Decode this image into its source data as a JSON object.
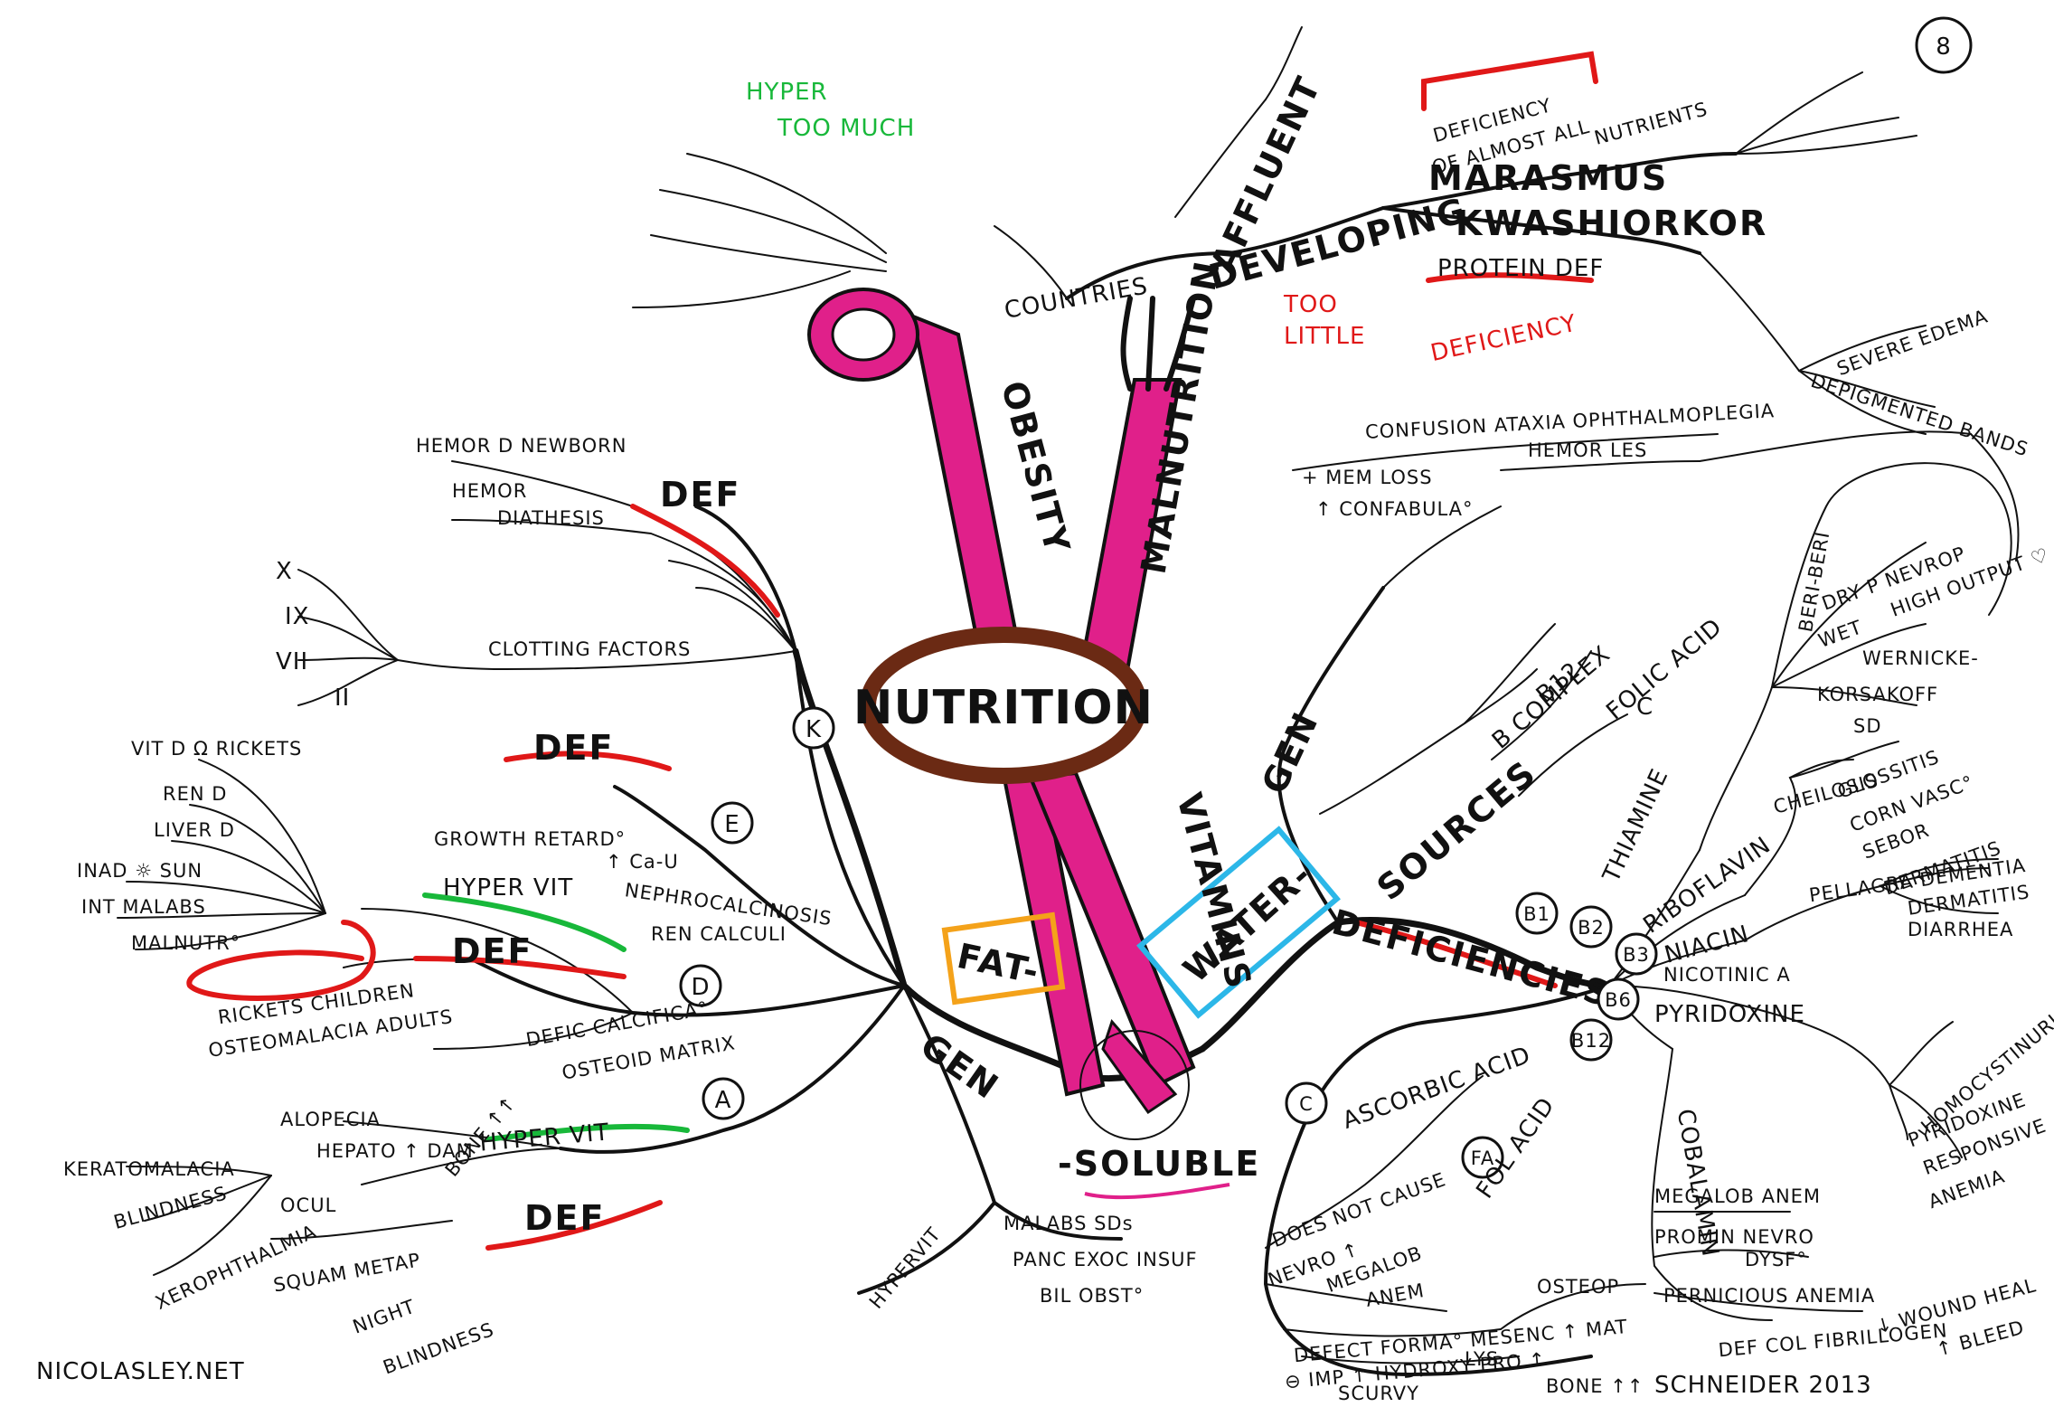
{
  "page_number": "8",
  "center": "NUTRITION",
  "top_left_note": {
    "line1": "HYPER",
    "line2": "TOO MUCH"
  },
  "obesity": "OBESITY",
  "malnutrition": {
    "label": "MALNUTRITION",
    "affluent": "AFFLUENT",
    "countries": "COUNTRIES",
    "developing": "DEVELOPING",
    "too_little_1": "TOO",
    "too_little_2": "LITTLE",
    "deficiency": "DEFICIENCY",
    "def_note_1": "DEFICIENCY",
    "def_note_2": "OF ALMOST ALL",
    "def_note_3": "NUTRIENTS",
    "marasmus": "MARASMUS",
    "kwashiorkor": "KWASHIORKOR",
    "protein_def": "PROTEIN DEF",
    "severe_edema": "SEVERE EDEMA",
    "depigmented_bands": "DEPIGMENTED BANDS"
  },
  "vitamins": "VITAMINS",
  "fat": "FAT-",
  "water": "WATER-",
  "soluble": "-SOLUBLE",
  "fat_soluble": {
    "gen": "GEN",
    "hypervit_gen": "HYPERVIT",
    "malabs": "MALABS SDs",
    "panc": "PANC EXOC INSUF",
    "bil": "BIL OBST°",
    "K": {
      "letter": "K",
      "def": "DEF",
      "hemor_newborn": "HEMOR D NEWBORN",
      "hemor_diathesis_1": "HEMOR",
      "hemor_diathesis_2": "DIATHESIS",
      "clotting": "CLOTTING FACTORS",
      "factors": [
        "X",
        "IX",
        "VII",
        "II"
      ]
    },
    "E": {
      "letter": "E",
      "def": "DEF"
    },
    "D": {
      "letter": "D",
      "growth": "GROWTH RETARD°",
      "ca": "↑ Ca-U",
      "hypervit": "HYPER VIT",
      "nephro_1": "NEPHROCALCINOSIS",
      "nephro_2": "REN CALCULI",
      "def": "DEF",
      "vitd": "VIT D Ω RICKETS",
      "renal": "REN D",
      "liver": "LIVER D",
      "sun": "INAD ☼ SUN",
      "malabs": "INT MALABS",
      "malnutr": "MALNUTR°",
      "rickets_children": "RICKETS CHILDREN",
      "osteomalacia": "OSTEOMALACIA ADULTS",
      "defic_calc_1": "DEFIC CALCIFICA°",
      "defic_calc_2": "OSTEOID MATRIX"
    },
    "A": {
      "letter": "A",
      "alopecia": "ALOPECIA",
      "hepato": "HEPATO ↑ DAM",
      "bone": "BONE ↑↑",
      "hypervit": "HYPER VIT",
      "def": "DEF",
      "kerato": "KERATOMALACIA",
      "blindness": "BLINDNESS",
      "xerophth": "XEROPHTHALMIA",
      "ocul": "OCUL",
      "squam": "SQUAM METAP",
      "night_1": "NIGHT",
      "night_2": "BLINDNESS"
    }
  },
  "water_soluble": {
    "gen": "GEN",
    "sources": "SOURCES",
    "b_complex": "B COMPLEX",
    "b12": "B12",
    "folic": "FOLIC ACID",
    "c": "C",
    "deficiencies": "DEFICIENCIES",
    "confusion": "CONFUSION ATAXIA OPHTHALMOPLEGIA",
    "hemor_les": "HEMOR LES",
    "mem_loss": "+ MEM LOSS",
    "confabula": "↑ CONFABULA°",
    "B1": {
      "label": "B1",
      "name": "THIAMINE",
      "beriberi": "BERI-BERI",
      "dry": "DRY P NEVROP",
      "wet": "WET",
      "high_output": "HIGH OUTPUT ♡ FAIL",
      "wernicke": "WERNICKE-",
      "korsakoff": "KORSAKOFF"
    },
    "B2": {
      "label": "B2",
      "name": "RIBOFLAVIN",
      "sd": "SD",
      "cheilosis": "CHEILOSIS",
      "glossitis": "GLOSSITIS",
      "corn": "CORN VASC°",
      "sebor_1": "SEBOR",
      "sebor_2": "DERMATITIS"
    },
    "B3": {
      "label": "B3",
      "name": "NIACIN",
      "nicotinic": "NICOTINIC A",
      "pellagra": "PELLAGRA DEMENTIA",
      "dermatitis": "DERMATITIS",
      "diarrhea": "DIARRHEA"
    },
    "B6": {
      "label": "B6",
      "name": "PYRIDOXINE",
      "homocyst": "HOMOCYSTINURIA",
      "pyridox_1": "PYRIDOXINE",
      "pyridox_2": "RESPONSIVE",
      "anemia": "ANEMIA"
    },
    "B12": {
      "label": "B12",
      "name": "COBALAMIN",
      "megalob": "MEGALOB ANEM",
      "promin": "PROMIN NEVRO",
      "dysf": "DYSF°",
      "pernicious": "PERNICIOUS ANEMIA"
    },
    "C": {
      "label": "C",
      "name": "ASCORBIC ACID",
      "defect": "DEFECT FORMA° MESENC ↑ MAT",
      "imp": "⊖ IMP ↑ HYDROXY PRO ↑",
      "lys": "LYS",
      "scurvy": "SCURVY",
      "osteop": "OSTEOP",
      "bone": "BONE ↑↑",
      "def_col": "DEF COL FIBRILLOGEN",
      "wound": "↓ WOUND HEAL",
      "bleed": "↑ BLEED"
    },
    "FA": {
      "label": "FA",
      "name": "FOL ACID",
      "does_not_1": "DOES NOT CAUSE",
      "does_not_2": "NEVRO ↑",
      "megalob": "MEGALOB",
      "anem": "ANEM"
    }
  },
  "footer_left": "NICOLASLEY.NET",
  "footer_right": "SCHNEIDER 2013",
  "colors": {
    "magenta": "#e0208a",
    "brown": "#6b2a14",
    "red": "#e01818",
    "green": "#18b83a",
    "orange": "#f4a21a",
    "cyan": "#2cb7e8"
  }
}
